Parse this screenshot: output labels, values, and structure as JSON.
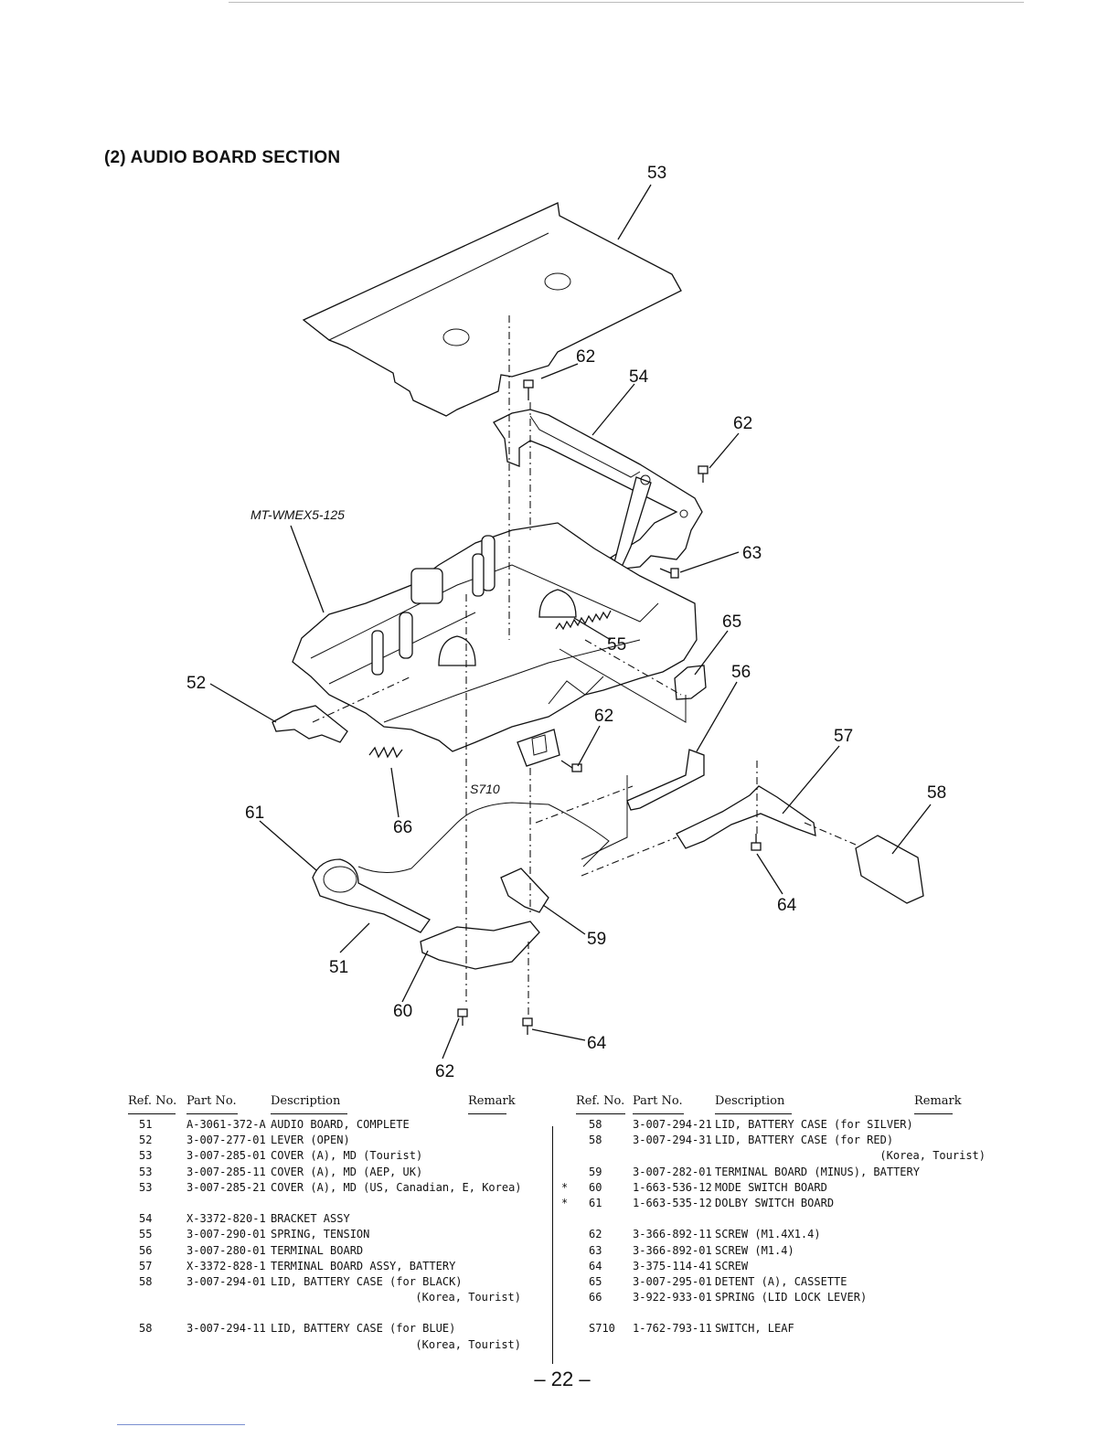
{
  "section_title": "(2) AUDIO BOARD SECTION",
  "model_label": "MT-WMEX5-125",
  "switch_label": "S710",
  "callouts": {
    "c53": "53",
    "c62a": "62",
    "c54": "54",
    "c62b": "62",
    "c63": "63",
    "c55": "55",
    "c65": "65",
    "c56": "56",
    "c52": "52",
    "c62c": "62",
    "c57": "57",
    "c61": "61",
    "c66": "66",
    "c58": "58",
    "c64a": "64",
    "c59": "59",
    "c51": "51",
    "c60": "60",
    "c64b": "64",
    "c62d": "62"
  },
  "table": {
    "headers": {
      "ref": "Ref. No.",
      "part": "Part No.",
      "desc": "Description",
      "remark": "Remark"
    },
    "left_rows": [
      {
        "mark": "",
        "ref": "51",
        "part": "A-3061-372-A",
        "desc": "AUDIO BOARD, COMPLETE",
        "remark": ""
      },
      {
        "mark": "",
        "ref": "52",
        "part": "3-007-277-01",
        "desc": "LEVER (OPEN)",
        "remark": ""
      },
      {
        "mark": "",
        "ref": "53",
        "part": "3-007-285-01",
        "desc": "COVER (A), MD (Tourist)",
        "remark": ""
      },
      {
        "mark": "",
        "ref": "53",
        "part": "3-007-285-11",
        "desc": "COVER (A), MD (AEP, UK)",
        "remark": ""
      },
      {
        "mark": "",
        "ref": "53",
        "part": "3-007-285-21",
        "desc": "COVER (A), MD (US, Canadian, E, Korea)",
        "remark": ""
      },
      {
        "gap": true
      },
      {
        "mark": "",
        "ref": "54",
        "part": "X-3372-820-1",
        "desc": "BRACKET ASSY",
        "remark": ""
      },
      {
        "mark": "",
        "ref": "55",
        "part": "3-007-290-01",
        "desc": "SPRING, TENSION",
        "remark": ""
      },
      {
        "mark": "",
        "ref": "56",
        "part": "3-007-280-01",
        "desc": "TERMINAL BOARD",
        "remark": ""
      },
      {
        "mark": "",
        "ref": "57",
        "part": "X-3372-828-1",
        "desc": "TERMINAL BOARD ASSY, BATTERY",
        "remark": ""
      },
      {
        "mark": "",
        "ref": "58",
        "part": "3-007-294-01",
        "desc": "LID, BATTERY CASE (for BLACK)",
        "remark": "(Korea, Tourist)"
      },
      {
        "gap": true
      },
      {
        "mark": "",
        "ref": "58",
        "part": "3-007-294-11",
        "desc": "LID, BATTERY CASE (for BLUE)",
        "remark": "(Korea, Tourist)"
      }
    ],
    "right_rows": [
      {
        "mark": "",
        "ref": "58",
        "part": "3-007-294-21",
        "desc": "LID, BATTERY CASE (for SILVER)",
        "remark": ""
      },
      {
        "mark": "",
        "ref": "58",
        "part": "3-007-294-31",
        "desc": "LID, BATTERY CASE (for RED)",
        "remark": "(Korea, Tourist)"
      },
      {
        "mark": "",
        "ref": "59",
        "part": "3-007-282-01",
        "desc": "TERMINAL BOARD (MINUS), BATTERY",
        "remark": ""
      },
      {
        "mark": "*",
        "ref": "60",
        "part": "1-663-536-12",
        "desc": "MODE SWITCH BOARD",
        "remark": ""
      },
      {
        "mark": "*",
        "ref": "61",
        "part": "1-663-535-12",
        "desc": "DOLBY SWITCH BOARD",
        "remark": ""
      },
      {
        "gap": true
      },
      {
        "mark": "",
        "ref": "62",
        "part": "3-366-892-11",
        "desc": "SCREW (M1.4X1.4)",
        "remark": ""
      },
      {
        "mark": "",
        "ref": "63",
        "part": "3-366-892-01",
        "desc": "SCREW (M1.4)",
        "remark": ""
      },
      {
        "mark": "",
        "ref": "64",
        "part": "3-375-114-41",
        "desc": "SCREW",
        "remark": ""
      },
      {
        "mark": "",
        "ref": "65",
        "part": "3-007-295-01",
        "desc": "DETENT (A), CASSETTE",
        "remark": ""
      },
      {
        "mark": "",
        "ref": "66",
        "part": "3-922-933-01",
        "desc": "SPRING (LID LOCK LEVER)",
        "remark": ""
      },
      {
        "gap": true
      },
      {
        "mark": "",
        "ref": "S710",
        "part": "1-762-793-11",
        "desc": "SWITCH, LEAF",
        "remark": ""
      }
    ]
  },
  "page_number": "– 22 –"
}
